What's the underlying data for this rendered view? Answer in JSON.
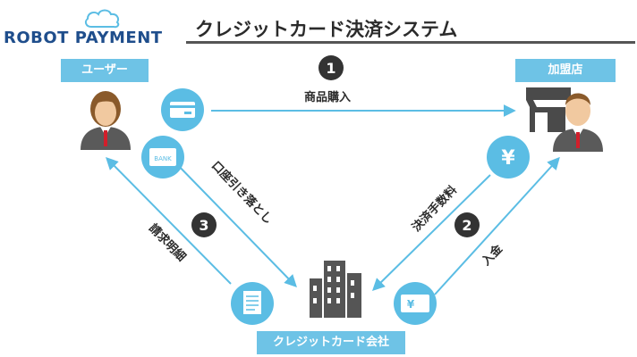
{
  "logo": {
    "text": "ROBOT PAYMENT"
  },
  "title": "クレジットカード決済システム",
  "roles": {
    "user": "ユーザー",
    "merchant": "加盟店",
    "card_company": "クレジットカード会社"
  },
  "steps": [
    {
      "number": "1",
      "label": "商品購入"
    },
    {
      "number": "2",
      "label_fee": "決済手数料",
      "label_deposit": "入金"
    },
    {
      "number": "3",
      "label_debit": "口座引き落とし",
      "label_statement": "請求明細"
    }
  ],
  "icons": {
    "bank_card_text": "BANK",
    "yen_symbol": "¥"
  },
  "colors": {
    "accent": "#6ec3e6",
    "icon_fill": "#5bbde4",
    "dark": "#333333",
    "logo_blue": "#1f4e8c"
  }
}
